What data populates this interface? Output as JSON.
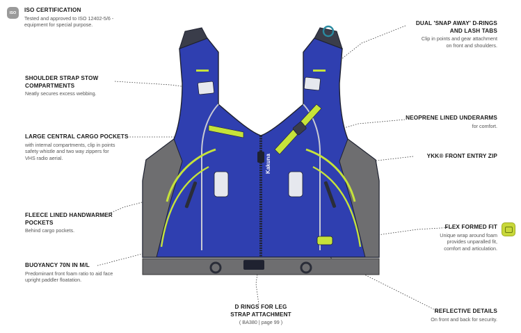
{
  "callouts": {
    "iso": {
      "title": "ISO CERTIFICATION",
      "desc1": "Tested and approved to ISO 12402-5/6 -",
      "desc2": "equipment for special purpose."
    },
    "shoulder": {
      "title1": "SHOULDER STRAP STOW",
      "title2": "COMPARTMENTS",
      "desc1": "Neatly secures excess webbing."
    },
    "cargo": {
      "title": "LARGE CENTRAL CARGO POCKETS",
      "desc1": "with internal compartments, clip in points",
      "desc2": "safety whistle and two way zippers for",
      "desc3": "VHS radio aerial."
    },
    "fleece": {
      "title1": "FLEECE LINED HANDWARMER",
      "title2": "POCKETS",
      "desc1": "Behind cargo pockets."
    },
    "buoyancy": {
      "title": "BUOYANCY 70N IN M/L",
      "desc1": "Predominant front foam ratio to aid face",
      "desc2": "upright paddler floatation."
    },
    "drings_leg": {
      "title1": "D RINGS FOR LEG",
      "title2": "STRAP ATTACHMENT",
      "desc1": "( BA380 | page 99 )"
    },
    "snap": {
      "title1": "DUAL 'SNAP AWAY' D-RINGS",
      "title2": "AND LASH TABS",
      "desc1": "Clip in points and gear attachment",
      "desc2": "on front and shoulders."
    },
    "neoprene": {
      "title": "NEOPRENE LINED UNDERARMS",
      "desc1": "for comfort."
    },
    "ykk": {
      "title": "YKK® FRONT ENTRY ZIP"
    },
    "flex": {
      "title": "FLEX FORMED FIT",
      "desc1": "Unique wrap around foam",
      "desc2": "provides unparalled fit,",
      "desc3": "comfort and articulation."
    },
    "reflective": {
      "title": "REFLECTIVE DETAILS",
      "desc1": "On front and back for security."
    }
  },
  "badges": {
    "iso_text": "ISO"
  },
  "vest": {
    "brand_text": "Kakuna"
  },
  "colors": {
    "vest_blue": "#2f3fb0",
    "lime": "#c6e33a",
    "grey": "#6e6e70",
    "dark": "#1f2230"
  }
}
